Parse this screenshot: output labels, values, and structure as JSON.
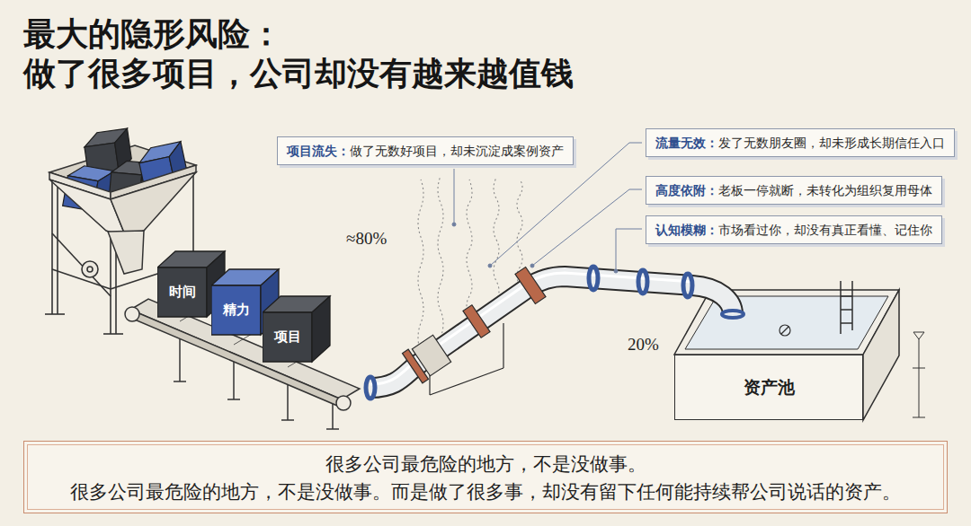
{
  "diagram": {
    "title": "最大的隐形风险： 做了很多项目，公司却没有越来越值钱",
    "nodes": [
      {
        "text": [
          "项目流失：",
          "做了无数好项目，却未沉淀成案例资产"
        ]
      },
      {
        "text": [
          "流量无效：",
          "发了无数朋友圈，却未形成长期信任入口"
        ]
      },
      {
        "text": [
          "高度依附：",
          "老板一停就断，未转化为组织复用母体"
        ]
      },
      {
        "text": [
          "认知模糊：",
          "市场看过你，却没有真正看懂、记住你"
        ]
      },
      {
        "text": [
          "时间"
        ]
      },
      {
        "text": [
          "精力"
        ]
      },
      {
        "text": [
          "项目"
        ]
      },
      {
        "text": [
          "资产池"
        ]
      },
      {
        "text": [
          "很多公司最危险的地方，不是没做事。",
          "很多公司最危险的地方，不是没做事。而是做了很多事，却没有留下任何能持续帮公司说话的资产。"
        ]
      }
    ],
    "labels": [
      "≈80%",
      "20%"
    ]
  }
}
